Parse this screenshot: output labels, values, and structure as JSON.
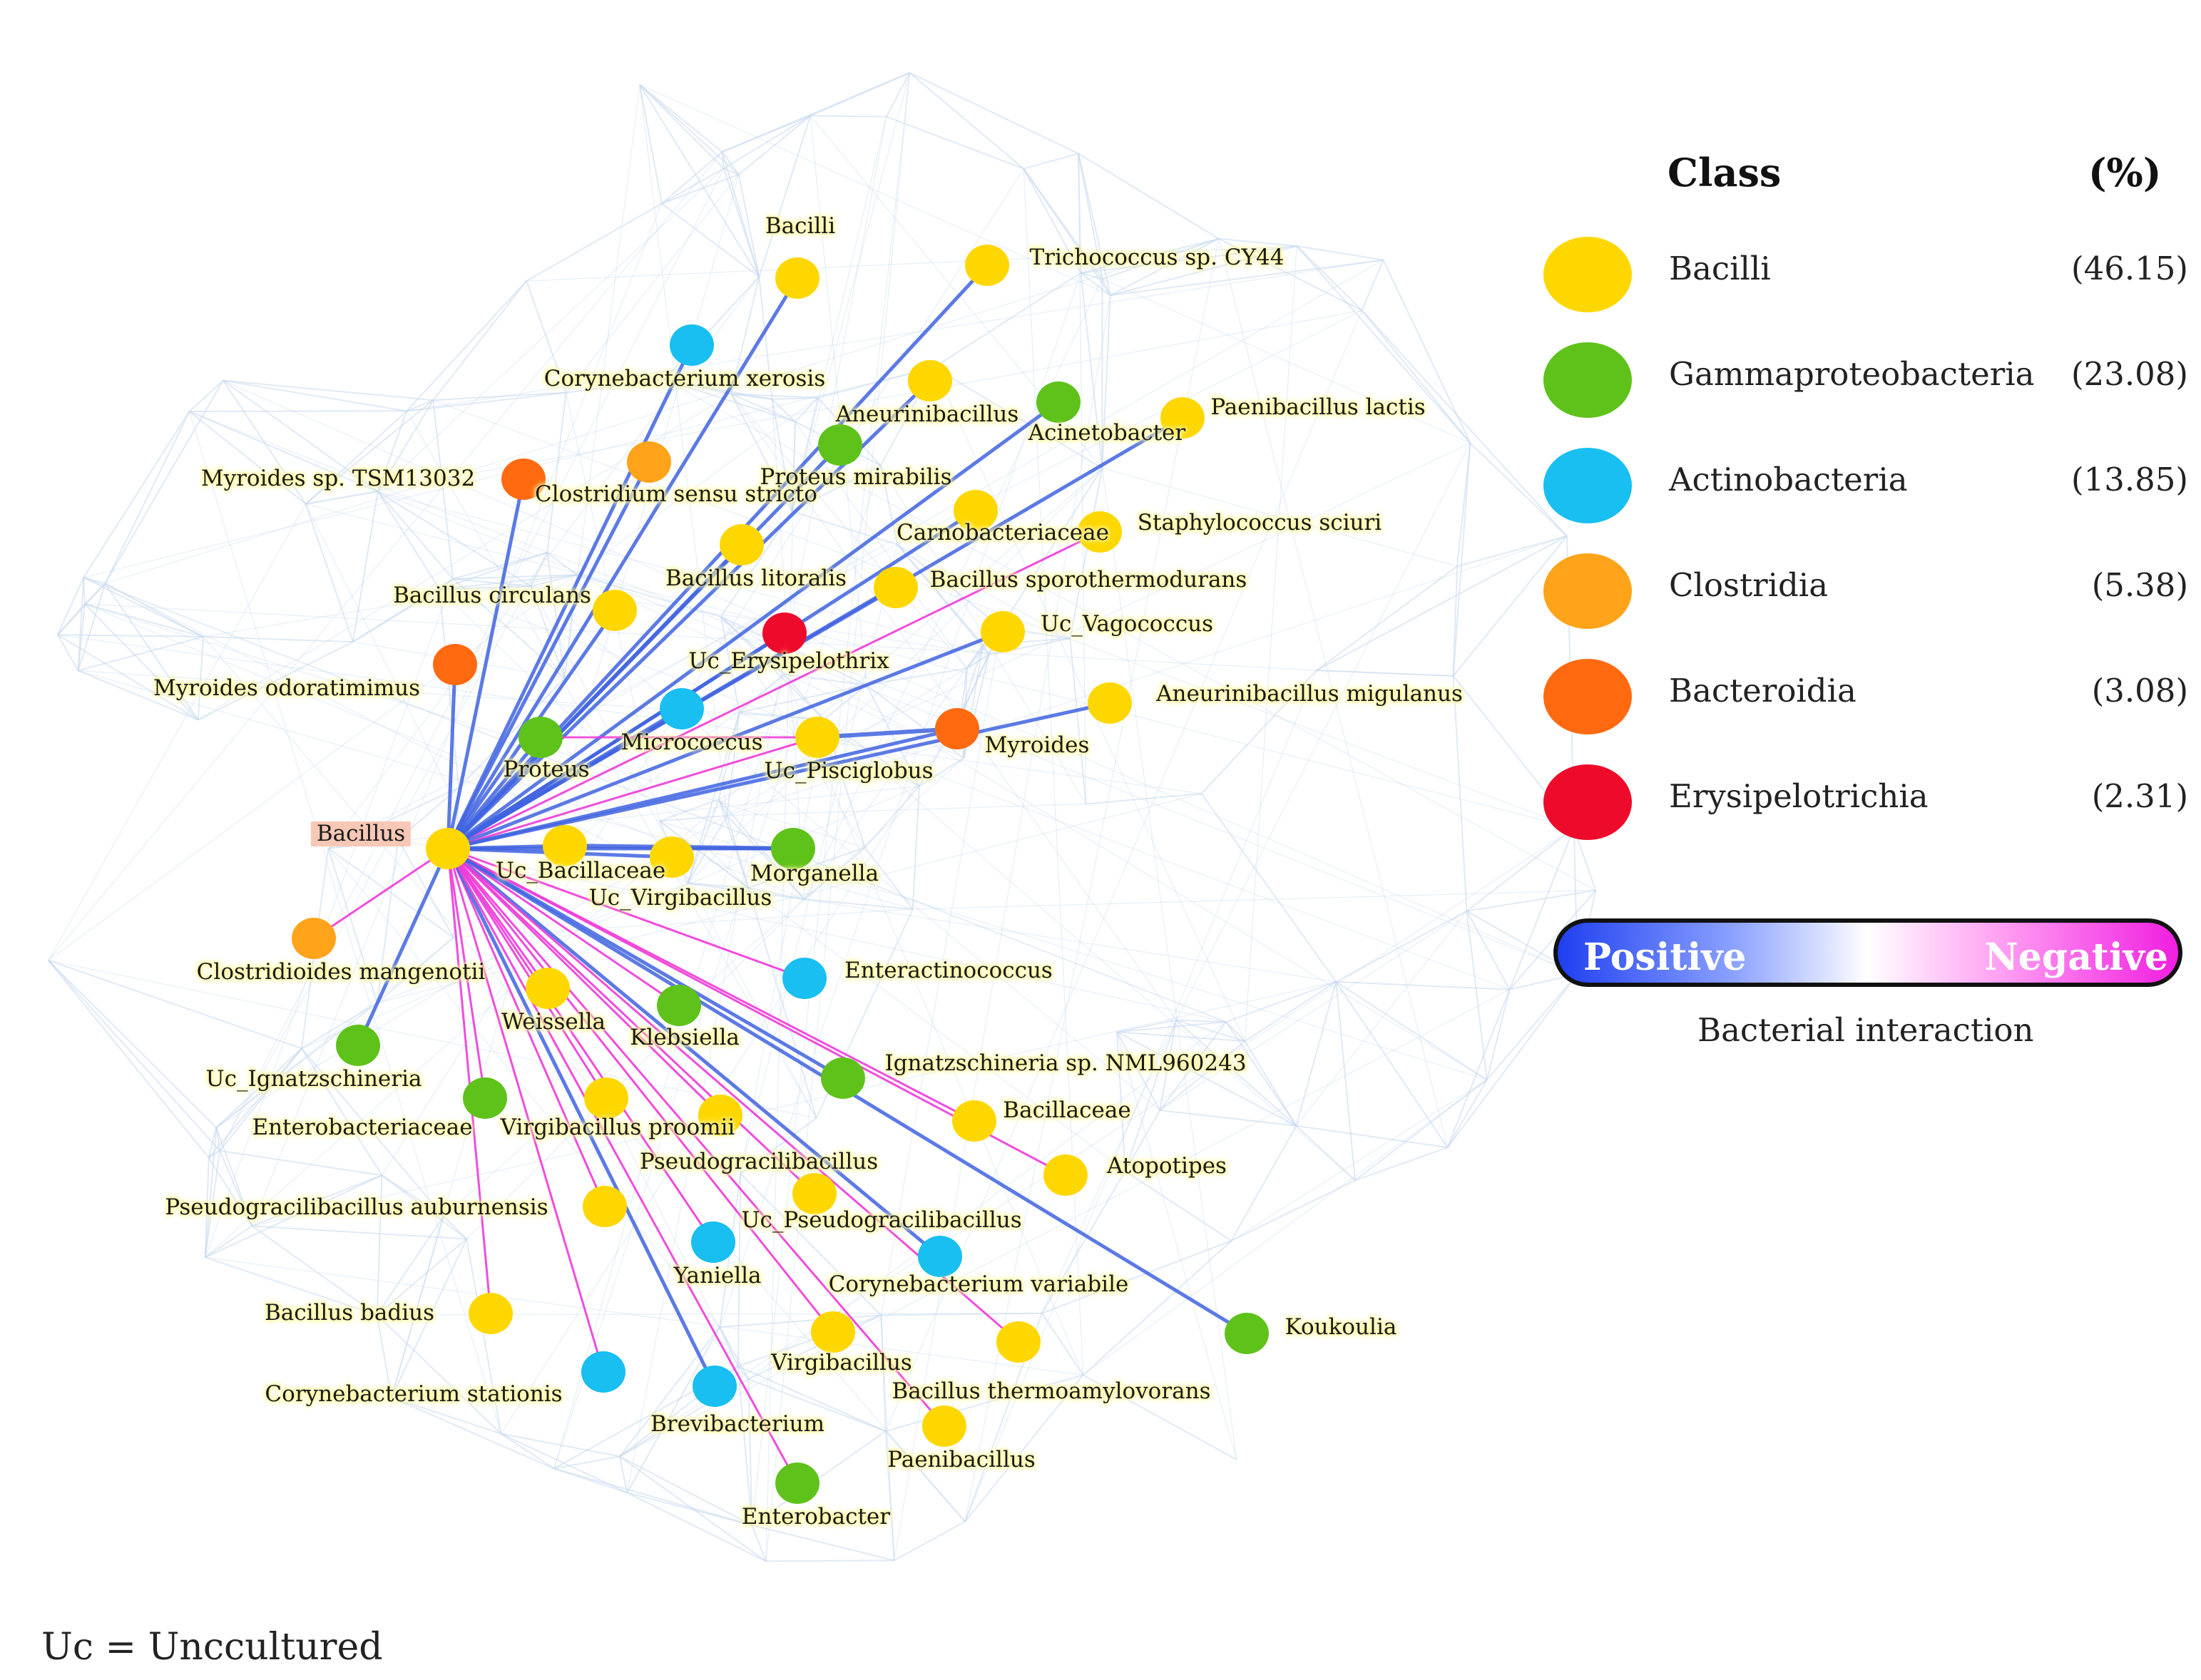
{
  "colors": {
    "Bacilli": "#ffd700",
    "Gammaproteobacteria": "#5fc21b",
    "Actinobacteria": "#18bff0",
    "Clostridia": "#ffa31a",
    "Bacteroidia": "#ff6a10",
    "Erysipelotrichia": "#ee0a2b",
    "positive_edge": "#3f63e0",
    "negative_edge": "#ee3ad8",
    "background_edge": "#c7d9ef"
  },
  "hub": {
    "id": "bacillus",
    "label": "Bacillus",
    "class": "Bacilli"
  },
  "nodes": [
    {
      "id": "bacilli",
      "label": "Bacilli",
      "class": "Bacilli",
      "edge": "positive"
    },
    {
      "id": "trichococcus",
      "label": "Trichococcus sp. CY44",
      "class": "Bacilli",
      "edge": "positive"
    },
    {
      "id": "corynebacterium-xerosis",
      "label": "Corynebacterium xerosis",
      "class": "Actinobacteria",
      "edge": "positive"
    },
    {
      "id": "aneurinibacillus",
      "label": "Aneurinibacillus",
      "class": "Bacilli",
      "edge": "positive"
    },
    {
      "id": "acinetobacter",
      "label": "Acinetobacter",
      "class": "Gammaproteobacteria",
      "edge": "positive"
    },
    {
      "id": "paenibacillus-lactis",
      "label": "Paenibacillus lactis",
      "class": "Bacilli",
      "edge": "positive"
    },
    {
      "id": "myroides-tsm13032",
      "label": "Myroides sp. TSM13032",
      "class": "Bacteroidia",
      "edge": "positive"
    },
    {
      "id": "clostridium-sensu-stricto",
      "label": "Clostridium sensu stricto",
      "class": "Clostridia",
      "edge": "positive"
    },
    {
      "id": "proteus-mirabilis",
      "label": "Proteus mirabilis",
      "class": "Gammaproteobacteria",
      "edge": "positive"
    },
    {
      "id": "carnobacteriaceae",
      "label": "Carnobacteriaceae",
      "class": "Bacilli",
      "edge": "positive"
    },
    {
      "id": "staphylococcus-sciuri",
      "label": "Staphylococcus sciuri",
      "class": "Bacilli",
      "edge": "negative"
    },
    {
      "id": "bacillus-litoralis",
      "label": "Bacillus litoralis",
      "class": "Bacilli",
      "edge": "positive"
    },
    {
      "id": "bacillus-sporothermodurans",
      "label": "Bacillus sporothermodurans",
      "class": "Bacilli",
      "edge": "positive"
    },
    {
      "id": "bacillus-circulans",
      "label": "Bacillus circulans",
      "class": "Bacilli",
      "edge": "positive"
    },
    {
      "id": "uc-erysipelothrix",
      "label": "Uc_Erysipelothrix",
      "class": "Erysipelotrichia",
      "edge": "positive"
    },
    {
      "id": "uc-vagococcus",
      "label": "Uc_Vagococcus",
      "class": "Bacilli",
      "edge": "positive"
    },
    {
      "id": "myroides-odoratimimus",
      "label": "Myroides odoratimimus",
      "class": "Bacteroidia",
      "edge": "positive"
    },
    {
      "id": "micrococcus",
      "label": "Micrococcus",
      "class": "Actinobacteria",
      "edge": "positive"
    },
    {
      "id": "aneurinibacillus-migulanus",
      "label": "Aneurinibacillus migulanus",
      "class": "Bacilli",
      "edge": "positive"
    },
    {
      "id": "proteus",
      "label": "Proteus",
      "class": "Gammaproteobacteria",
      "edge": "positive"
    },
    {
      "id": "uc-pisciglobus",
      "label": "Uc_Pisciglobus",
      "class": "Bacilli",
      "edge": "negative"
    },
    {
      "id": "myroides",
      "label": "Myroides",
      "class": "Bacteroidia",
      "edge": "positive"
    },
    {
      "id": "uc-bacillaceae",
      "label": "Uc_Bacillaceae",
      "class": "Bacilli",
      "edge": "positive"
    },
    {
      "id": "uc-virgibacillus",
      "label": "Uc_Virgibacillus",
      "class": "Bacilli",
      "edge": "positive"
    },
    {
      "id": "morganella",
      "label": "Morganella",
      "class": "Gammaproteobacteria",
      "edge": "positive"
    },
    {
      "id": "clostridioides-mangenotii",
      "label": "Clostridioides mangenotii",
      "class": "Clostridia",
      "edge": "negative"
    },
    {
      "id": "enteractinococcus",
      "label": "Enteractinococcus",
      "class": "Actinobacteria",
      "edge": "negative"
    },
    {
      "id": "weissella",
      "label": "Weissella",
      "class": "Bacilli",
      "edge": "negative"
    },
    {
      "id": "klebsiella",
      "label": "Klebsiella",
      "class": "Gammaproteobacteria",
      "edge": "negative"
    },
    {
      "id": "uc-ignatzschineria",
      "label": "Uc_Ignatzschineria",
      "class": "Gammaproteobacteria",
      "edge": "positive"
    },
    {
      "id": "ignatzschineria-nml960243",
      "label": "Ignatzschineria sp. NML960243",
      "class": "Gammaproteobacteria",
      "edge": "positive"
    },
    {
      "id": "enterobacteriaceae",
      "label": "Enterobacteriaceae",
      "class": "Gammaproteobacteria",
      "edge": "negative"
    },
    {
      "id": "virgibacillus-proomii",
      "label": "Virgibacillus proomii",
      "class": "Bacilli",
      "edge": "negative"
    },
    {
      "id": "bacillaceae",
      "label": "Bacillaceae",
      "class": "Bacilli",
      "edge": "negative"
    },
    {
      "id": "pseudogracilibacillus",
      "label": "Pseudogracilibacillus",
      "class": "Bacilli",
      "edge": "negative"
    },
    {
      "id": "atopotipes",
      "label": "Atopotipes",
      "class": "Bacilli",
      "edge": "negative"
    },
    {
      "id": "pseudogracilibacillus-auburnensis",
      "label": "Pseudogracilibacillus auburnensis",
      "class": "Bacilli",
      "edge": "negative"
    },
    {
      "id": "uc-pseudogracilibacillus",
      "label": "Uc_Pseudogracilibacillus",
      "class": "Bacilli",
      "edge": "negative"
    },
    {
      "id": "yaniella",
      "label": "Yaniella",
      "class": "Actinobacteria",
      "edge": "negative"
    },
    {
      "id": "corynebacterium-variabile",
      "label": "Corynebacterium variabile",
      "class": "Actinobacteria",
      "edge": "positive"
    },
    {
      "id": "bacillus-badius",
      "label": "Bacillus badius",
      "class": "Bacilli",
      "edge": "negative"
    },
    {
      "id": "koukoulia",
      "label": "Koukoulia",
      "class": "Gammaproteobacteria",
      "edge": "positive"
    },
    {
      "id": "virgibacillus",
      "label": "Virgibacillus",
      "class": "Bacilli",
      "edge": "negative"
    },
    {
      "id": "bacillus-thermoamylovorans",
      "label": "Bacillus thermoamylovorans",
      "class": "Bacilli",
      "edge": "negative"
    },
    {
      "id": "corynebacterium-stationis",
      "label": "Corynebacterium stationis",
      "class": "Actinobacteria",
      "edge": "negative"
    },
    {
      "id": "brevibacterium",
      "label": "Brevibacterium",
      "class": "Actinobacteria",
      "edge": "positive"
    },
    {
      "id": "paenibacillus",
      "label": "Paenibacillus",
      "class": "Bacilli",
      "edge": "negative"
    },
    {
      "id": "enterobacter",
      "label": "Enterobacter",
      "class": "Gammaproteobacteria",
      "edge": "negative"
    }
  ],
  "legend": {
    "heading": "Class",
    "percent_heading": "(%)",
    "items": [
      {
        "name": "Bacilli",
        "percent": "(46.15)"
      },
      {
        "name": "Gammaproteobacteria",
        "percent": "(23.08)"
      },
      {
        "name": "Actinobacteria",
        "percent": "(13.85)"
      },
      {
        "name": "Clostridia",
        "percent": "(5.38)"
      },
      {
        "name": "Bacteroidia",
        "percent": "(3.08)"
      },
      {
        "name": "Erysipelotrichia",
        "percent": "(2.31)"
      }
    ]
  },
  "interaction_scale": {
    "positive_label": "Positive",
    "negative_label": "Negative",
    "caption": "Bacterial interaction"
  },
  "footnote": "Uc = Unccultured"
}
